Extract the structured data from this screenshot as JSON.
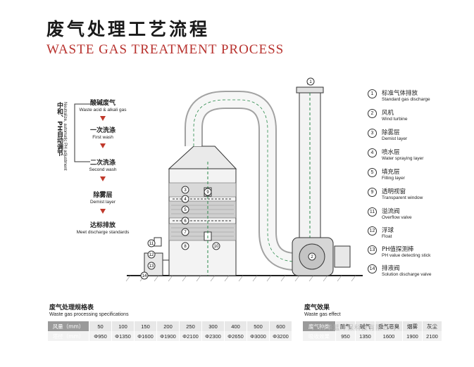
{
  "title_cn": "废气处理工艺流程",
  "title_en": "WASTE GAS TREATMENT PROCESS",
  "side_label": {
    "cn": "中和、PH自动调节",
    "en": "Neutralize, automatic PH adjustment"
  },
  "flow_steps": [
    {
      "cn": "酸碱废气",
      "en": "Waste acid & alkali gas"
    },
    {
      "cn": "一次洗涤",
      "en": "First wash"
    },
    {
      "cn": "二次洗涤",
      "en": "Second wash"
    },
    {
      "cn": "除雾层",
      "en": "Demist layer"
    },
    {
      "cn": "达标排放",
      "en": "Meet discharge standards"
    }
  ],
  "legend": [
    {
      "num": "1",
      "cn": "标准气体排放",
      "en": "Standard gas discharge"
    },
    {
      "num": "2",
      "cn": "风机",
      "en": "Wind turbine"
    },
    {
      "num": "3",
      "cn": "除雾层",
      "en": "Demist layer"
    },
    {
      "num": "4",
      "cn": "喷水层",
      "en": "Water spraying layer"
    },
    {
      "num": "5",
      "cn": "填充层",
      "en": "Filling layer"
    },
    {
      "num": "9",
      "cn": "透明视窗",
      "en": "Transparent window"
    },
    {
      "num": "11",
      "cn": "溢流阀",
      "en": "Overflow valve"
    },
    {
      "num": "12",
      "cn": "浮球",
      "en": "Float"
    },
    {
      "num": "13",
      "cn": "PH值探测棒",
      "en": "PH value detecting stick"
    },
    {
      "num": "14",
      "cn": "排液阀",
      "en": "Solution discharge valve"
    }
  ],
  "diagram_numbers": [
    "1",
    "2",
    "3",
    "4",
    "5",
    "6",
    "7",
    "8",
    "9",
    "10",
    "11",
    "12",
    "13",
    "14"
  ],
  "spec": {
    "title_cn": "废气处理规格表",
    "title_en": "Waste gas processing specifications",
    "rows": [
      {
        "head": "风量（mm）",
        "cells": [
          "50",
          "100",
          "150",
          "200",
          "250",
          "300",
          "400",
          "500",
          "600"
        ]
      },
      {
        "head": "塔径（mm）",
        "cells": [
          "Φ950",
          "Φ1350",
          "Φ1600",
          "Φ1900",
          "Φ2100",
          "Φ2300",
          "Φ2650",
          "Φ3000",
          "Φ3200"
        ]
      }
    ]
  },
  "effect": {
    "title_cn": "废气效果",
    "title_en": "Waste gas effect",
    "rows": [
      {
        "head": "废气种类",
        "cells": [
          "酸气",
          "碱气",
          "重气恶臭",
          "烟雾",
          "灰尘"
        ]
      },
      {
        "head": "吸收效果",
        "cells": [
          "950",
          "1350",
          "1600",
          "1900",
          "2100"
        ]
      }
    ]
  },
  "watermark": "广州华蓝环保科技有限公司"
}
